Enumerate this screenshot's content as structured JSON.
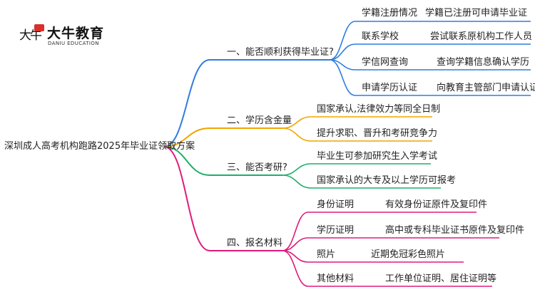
{
  "logo": {
    "mark": "大牛",
    "name": "大牛教育",
    "sub": "DANIU EDUCATION"
  },
  "root": {
    "label": "深圳成人高考机构跑路2025年毕业证领取方案"
  },
  "colors": {
    "branch1": "#2f7de1",
    "branch2": "#f0a500",
    "branch3": "#1fae6a",
    "branch4": "#e01b7b"
  },
  "branches": [
    {
      "label": "一、能否顺利获得毕业证?",
      "children": [
        {
          "label": "学籍注册情况",
          "detail": "学籍已注册可申请毕业证"
        },
        {
          "label": "联系学校",
          "detail": "尝试联系原机构工作人员"
        },
        {
          "label": "学信网查询",
          "detail": "查询学籍信息确认学历"
        },
        {
          "label": "申请学历认证",
          "detail": "向教育主管部门申请认证"
        }
      ]
    },
    {
      "label": "二、学历含金量",
      "children": [
        {
          "label": "国家承认,法律效力等同全日制"
        },
        {
          "label": "提升求职、晋升和考研竞争力"
        }
      ]
    },
    {
      "label": "三、能否考研?",
      "children": [
        {
          "label": "毕业生可参加研究生入学考试"
        },
        {
          "label": "国家承认的大专及以上学历可报考"
        }
      ]
    },
    {
      "label": "四、报名材料",
      "children": [
        {
          "label": "身份证明",
          "detail": "有效身份证原件及复印件"
        },
        {
          "label": "学历证明",
          "detail": "高中或专科毕业证书原件及复印件"
        },
        {
          "label": "照片",
          "detail": "近期免冠彩色照片"
        },
        {
          "label": "其他材料",
          "detail": "工作单位证明、居住证明等"
        }
      ]
    }
  ]
}
